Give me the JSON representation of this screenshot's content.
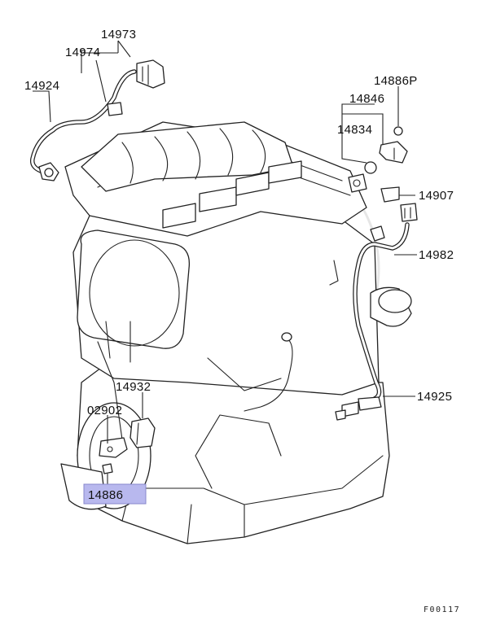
{
  "diagram": {
    "figure_code": "F00117",
    "callouts": [
      {
        "id": "14973",
        "text": "14973"
      },
      {
        "id": "14974",
        "text": "14974"
      },
      {
        "id": "14924",
        "text": "14924"
      },
      {
        "id": "14886P",
        "text": "14886P"
      },
      {
        "id": "14846",
        "text": "14846"
      },
      {
        "id": "14834",
        "text": "14834"
      },
      {
        "id": "14907",
        "text": "14907"
      },
      {
        "id": "14982",
        "text": "14982"
      },
      {
        "id": "14925",
        "text": "14925"
      },
      {
        "id": "14932",
        "text": "14932"
      },
      {
        "id": "02902",
        "text": "02902"
      },
      {
        "id": "14886",
        "text": "14886",
        "highlighted": true
      }
    ],
    "highlight_color": "#b8b8ee"
  }
}
